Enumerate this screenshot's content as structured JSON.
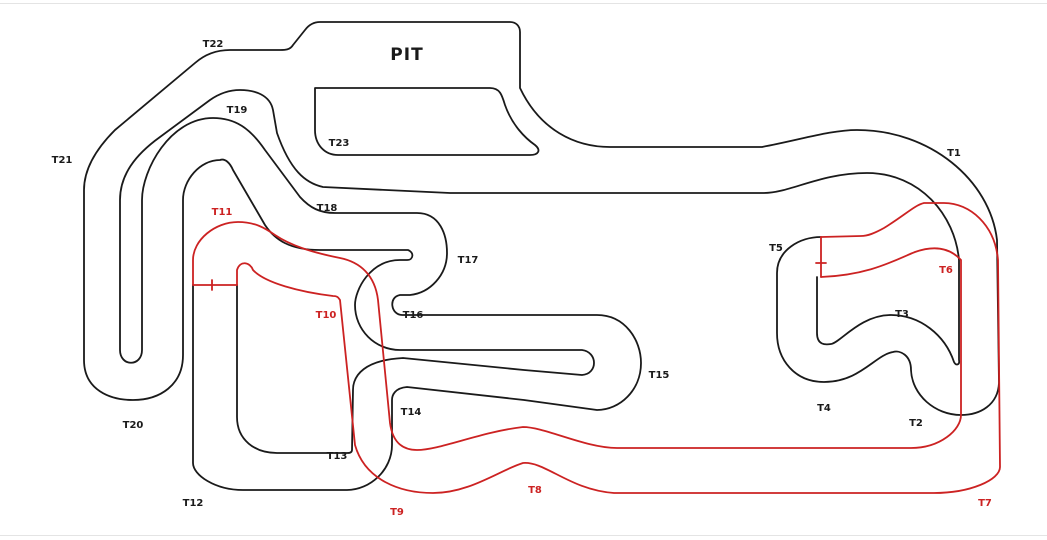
{
  "colors": {
    "track": "#1a1a1a",
    "alternate_track": "#cc2222",
    "background": "#ffffff"
  },
  "pit_label": "PIT",
  "turns_black": {
    "t1": "T1",
    "t2": "T2",
    "t3": "T3",
    "t4": "T4",
    "t5": "T5",
    "t12": "T12",
    "t13": "T13",
    "t14": "T14",
    "t15": "T15",
    "t16": "T16",
    "t17": "T17",
    "t18": "T18",
    "t19": "T19",
    "t20": "T20",
    "t21": "T21",
    "t22": "T22",
    "t23": "T23"
  },
  "turns_red": {
    "t6": "T6",
    "t7": "T7",
    "t8": "T8",
    "t9": "T9",
    "t10": "T10",
    "t11": "T11"
  }
}
